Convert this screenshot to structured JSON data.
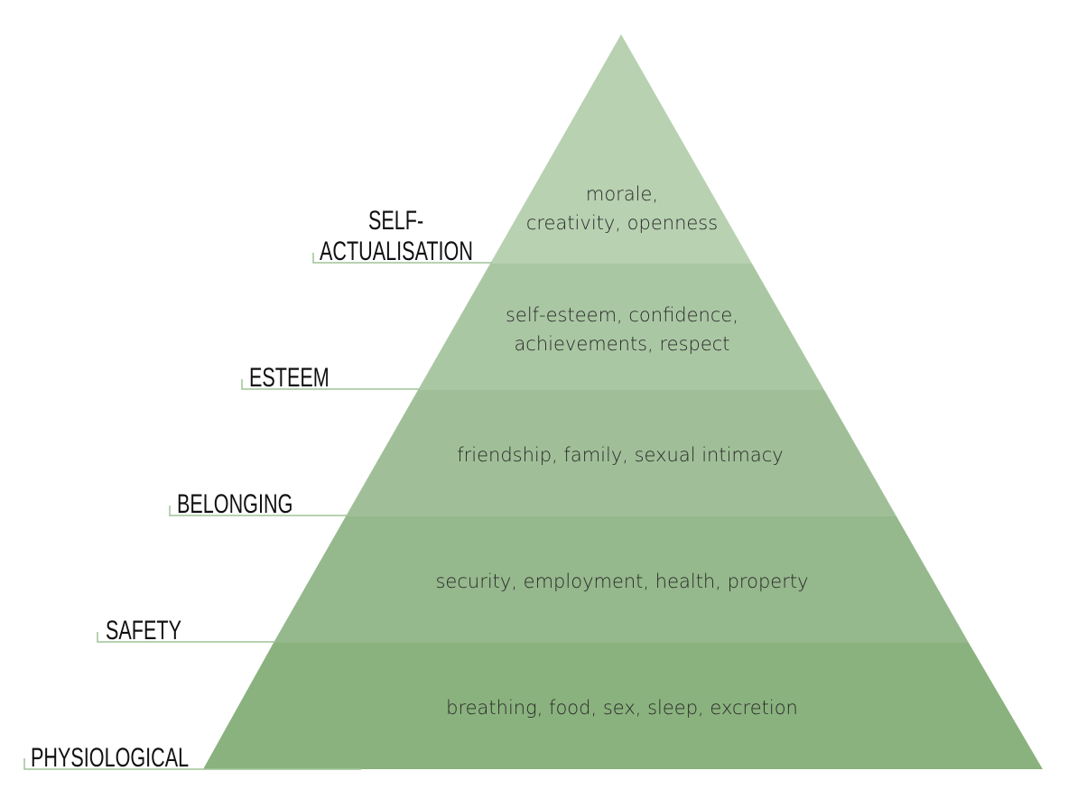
{
  "title": "Hierarchy of needs pyramid",
  "levels": [
    {
      "label_line1": "SELF-",
      "label_line2": "ACTUALISATION",
      "desc_line1": "morale,",
      "desc_line2": "creativity, openness",
      "color": "#b8d1b1"
    },
    {
      "label_line1": "ESTEEM",
      "desc_line1": "self-esteem, confidence,",
      "desc_line2": "achievements, respect",
      "color": "#aac7a3"
    },
    {
      "label_line1": "BELONGING",
      "desc_line1": "friendship, family, sexual intimacy",
      "color": "#a0bf98"
    },
    {
      "label_line1": "SAFETY",
      "desc_line1": "security, employment, health, property",
      "color": "#95b88c"
    },
    {
      "label_line1": "PHYSIOLOGICAL",
      "desc_line1": "breathing, food, sex, sleep, excretion",
      "color": "#8ab27e"
    }
  ],
  "line_color": "#9fc497"
}
